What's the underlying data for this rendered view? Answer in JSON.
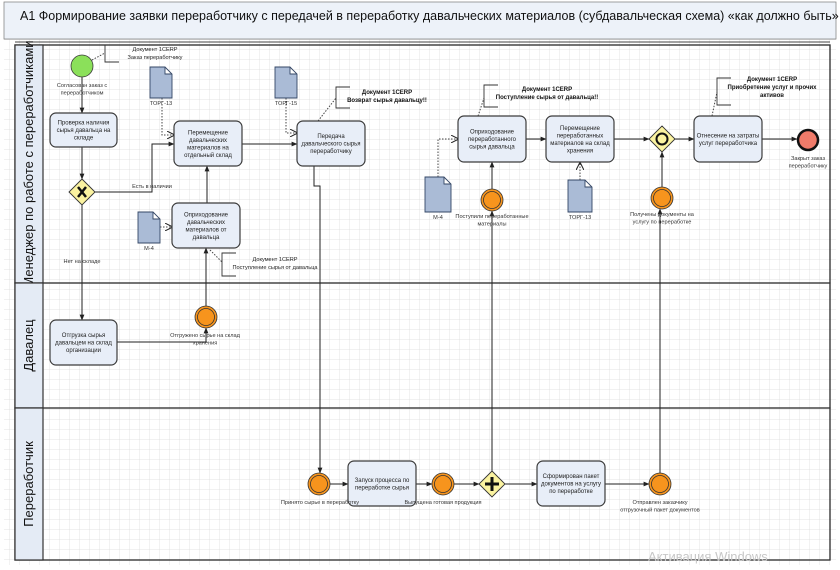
{
  "title": "А1 Формирование заявки переработчику с передачей в переработку давальческих материалов (субдавальческая схема) «как должно быть»",
  "lanes": [
    "Менеджер по работе с переработчиками",
    "Давалец",
    "Переработчик"
  ],
  "tasks": {
    "t_check": [
      "Проверка наличия",
      "сырья давальца на",
      "складе"
    ],
    "t_move": [
      "Перемещение",
      "давальческих",
      "материалов на",
      "отдельный склад"
    ],
    "t_transfer": [
      "Передача",
      "давальческого сырья",
      "переработчику"
    ],
    "t_receive": [
      "Оприходование",
      "давальческих",
      "материалов от",
      "давальца"
    ],
    "t_ship": [
      "Отгрузка сырья",
      "давальцем на склад",
      "организации"
    ],
    "t_launch": [
      "Запуск процесса по",
      "переработке сырья"
    ],
    "t_package": [
      "Сформирован пакет",
      "документов на услугу",
      "по переработке"
    ],
    "t_receive2": [
      "Оприходование",
      "переработанного",
      "сырья давальца"
    ],
    "t_move2": [
      "Перемещение",
      "переработанных",
      "материалов на склад",
      "хранения"
    ],
    "t_cost": [
      "Отнесение на затраты",
      "услуг переработчика"
    ]
  },
  "events": {
    "e_start": {
      "kind": "start",
      "color": "#8be05a",
      "label": [
        "Согласован заказ с",
        "переработчиком"
      ]
    },
    "e_shipped": {
      "kind": "intermediate",
      "color": "#f7941d",
      "label": [
        "Отгружено сырье на склад",
        "хранения"
      ]
    },
    "e_accepted": {
      "kind": "intermediate",
      "color": "#f7941d",
      "label": [
        "Принято сырье в переработку"
      ]
    },
    "e_released": {
      "kind": "intermediate",
      "color": "#f7941d",
      "label": [
        "Выпущена готовая продукция"
      ]
    },
    "e_sent": {
      "kind": "intermediate",
      "color": "#f7941d",
      "label": [
        "Отправлен заказчику",
        "отгрузочный пакет документов"
      ]
    },
    "e_arrived": {
      "kind": "intermediate",
      "color": "#f7941d",
      "label": [
        "Поступили переработанные",
        "материалы"
      ]
    },
    "e_docs": {
      "kind": "intermediate",
      "color": "#f7941d",
      "label": [
        "Получены документы на",
        "услугу по переработке"
      ]
    },
    "e_end": {
      "kind": "end",
      "color": "#f07b6a",
      "label": [
        "Закрыт заказ",
        "переработчику"
      ]
    }
  },
  "gateways": {
    "g_xor": {
      "type": "exclusive",
      "icon": "x-icon"
    },
    "g_and": {
      "type": "parallel",
      "icon": "plus-icon"
    },
    "g_event": {
      "type": "event-based",
      "icon": "circle-icon"
    }
  },
  "flow_labels": {
    "in_stock": "Есть в наличии",
    "not_in_stock": "Нет на складе"
  },
  "documents": {
    "d_torg13a": "ТОРГ-13",
    "d_torg15": "ТОРГ-15",
    "d_m4a": "М-4",
    "d_m4b": "М-4",
    "d_torg13b": "ТОРГ-13"
  },
  "annotations": {
    "a_order": {
      "bold": false,
      "lines": [
        "Документ 1CERP",
        "Заказ переработчику"
      ]
    },
    "a_return": {
      "bold": true,
      "lines": [
        "Документ 1CERP",
        "Возврат сырья давальцу!!"
      ]
    },
    "a_receipt": {
      "bold": false,
      "lines": [
        "Документ 1CERP",
        "Поступление сырья от давальца"
      ]
    },
    "a_receipt2": {
      "bold": true,
      "lines": [
        "Документ 1CERP",
        "Поступление сырья от давальца!!"
      ]
    },
    "a_services": {
      "bold": true,
      "lines": [
        "Документ 1CERP",
        "Приобретение услуг и прочих",
        "активов"
      ]
    }
  },
  "colors": {
    "task_fill": "#e8eef8",
    "gateway_fill": "#fbf3a0",
    "document_fill": "#aabbd6",
    "lane_header": "#e4ebf5",
    "grid": "#dadada"
  },
  "watermark": "Активация Windows"
}
